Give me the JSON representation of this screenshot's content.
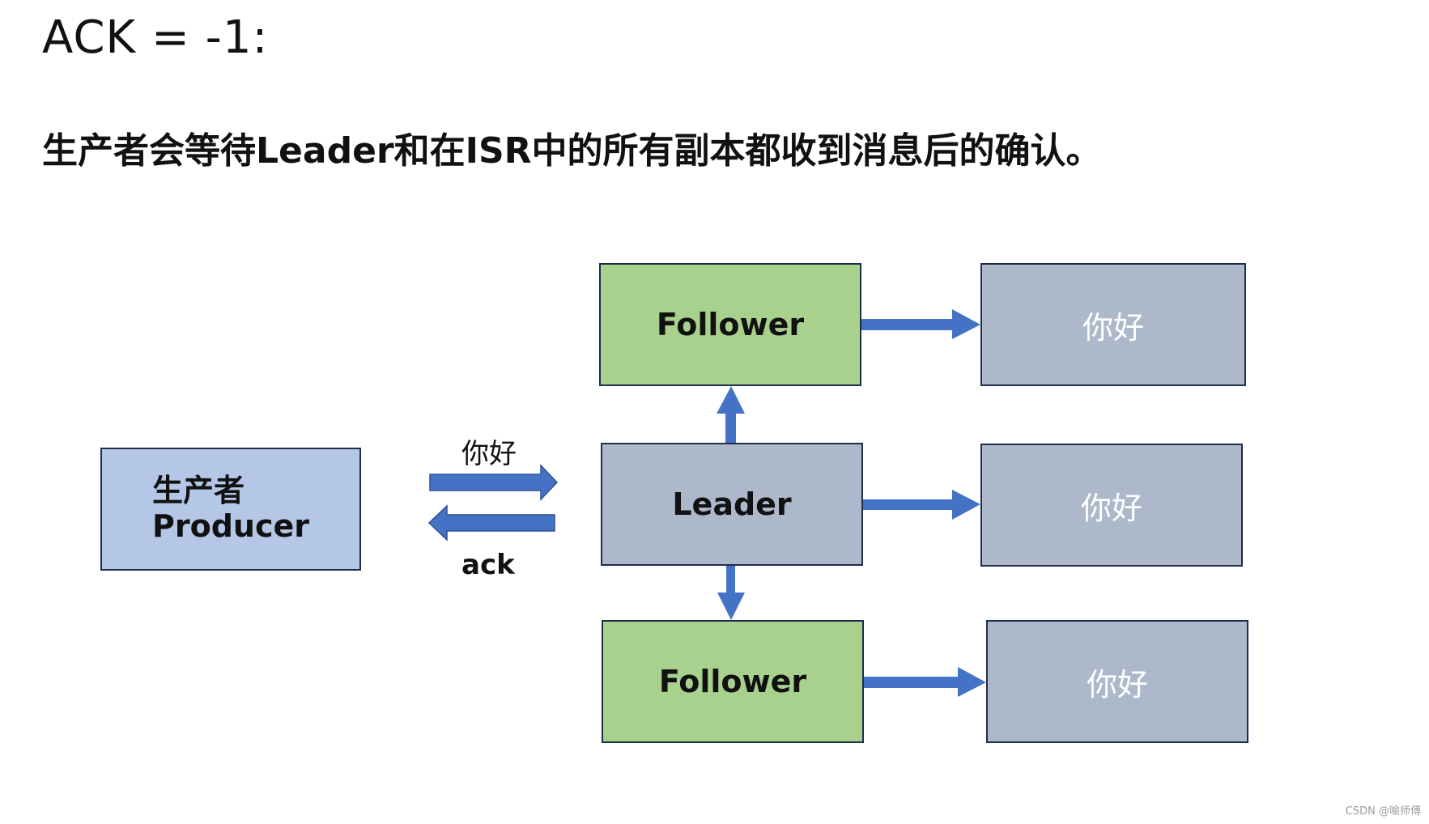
{
  "title": "ACK = -1:",
  "subtitle": "生产者会等待Leader和在ISR中的所有副本都收到消息后的确认。",
  "producer": {
    "line1": "生产者",
    "line2": "Producer"
  },
  "send_label": "你好",
  "ack_label": "ack",
  "leader": {
    "label": "Leader"
  },
  "followers": [
    {
      "label": "Follower"
    },
    {
      "label": "Follower"
    }
  ],
  "messages": [
    {
      "label": "你好"
    },
    {
      "label": "你好"
    },
    {
      "label": "你好"
    }
  ],
  "colors": {
    "follower_fill": "#a9d18e",
    "node_fill": "#adb9ca",
    "producer_fill": "#b4c7e7",
    "arrow": "#4472c4",
    "border": "#1f2d4d"
  },
  "watermark": "CSDN @喻师傅"
}
